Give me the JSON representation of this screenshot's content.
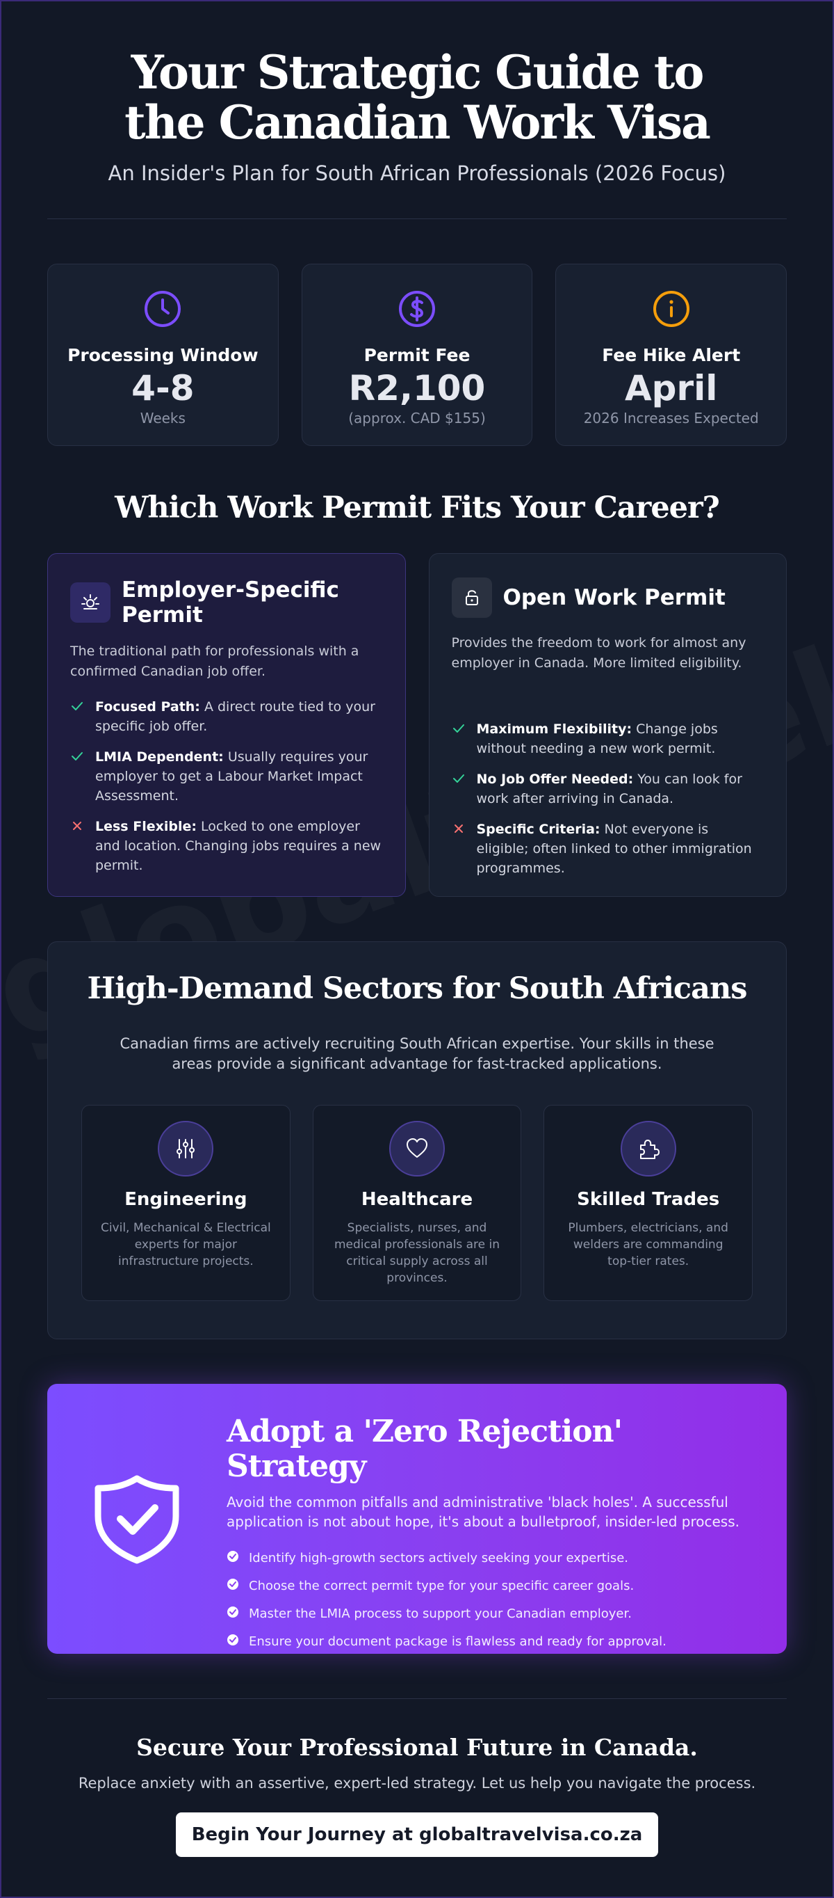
{
  "header": {
    "title": "Your Strategic Guide to the Canadian Work Visa",
    "subtitle": "An Insider's Plan for South African Professionals (2026 Focus)"
  },
  "stats": [
    {
      "label": "Processing Window",
      "value": "4-8",
      "note": "Weeks",
      "icon": "clock-icon",
      "color": "#7c4dff"
    },
    {
      "label": "Permit Fee",
      "value": "R2,100",
      "note": "(approx. CAD $155)",
      "icon": "dollar-icon",
      "color": "#7c4dff"
    },
    {
      "label": "Fee Hike Alert",
      "value": "April",
      "note": "2026 Increases Expected",
      "icon": "info-icon",
      "color": "#f59e0b"
    }
  ],
  "permits": {
    "heading": "Which Work Permit Fits Your Career?",
    "employer": {
      "title": "Employer-Specific Permit",
      "description": "The traditional path for professionals with a confirmed Canadian job offer.",
      "bullets": [
        {
          "bold": "Focused Path:",
          "text": " A direct route tied to your specific job offer.",
          "type": "check"
        },
        {
          "bold": "LMIA Dependent:",
          "text": " Usually requires your employer to get a Labour Market Impact Assessment.",
          "type": "check"
        },
        {
          "bold": "Less Flexible:",
          "text": " Locked to one employer and location. Changing jobs requires a new permit.",
          "type": "cross"
        }
      ]
    },
    "open": {
      "title": "Open Work Permit",
      "description": "Provides the freedom to work for almost any employer in Canada. More limited eligibility.",
      "bullets": [
        {
          "bold": "Maximum Flexibility:",
          "text": " Change jobs without needing a new work permit.",
          "type": "check"
        },
        {
          "bold": "No Job Offer Needed:",
          "text": " You can look for work after arriving in Canada.",
          "type": "check"
        },
        {
          "bold": "Specific Criteria:",
          "text": " Not everyone is eligible; often linked to other immigration programmes.",
          "type": "cross"
        }
      ]
    }
  },
  "sectors": {
    "heading": "High-Demand Sectors for South Africans",
    "intro": "Canadian firms are actively recruiting South African expertise. Your skills in these areas provide a significant advantage for fast-tracked applications.",
    "items": [
      {
        "name": "Engineering",
        "desc": "Civil, Mechanical & Electrical experts for major infrastructure projects.",
        "icon": "sliders-icon"
      },
      {
        "name": "Healthcare",
        "desc": "Specialists, nurses, and medical professionals are in critical supply across all provinces.",
        "icon": "heart-icon"
      },
      {
        "name": "Skilled Trades",
        "desc": "Plumbers, electricians, and welders are commanding top-tier rates.",
        "icon": "puzzle-icon"
      }
    ]
  },
  "strategy": {
    "title": "Adopt a 'Zero Rejection' Strategy",
    "lead": "Avoid the common pitfalls and administrative 'black holes'. A successful application is not about hope, it's about a bulletproof, insider-led process.",
    "checks": [
      "Identify high-growth sectors actively seeking your expertise.",
      "Choose the correct permit type for your specific career goals.",
      "Master the LMIA process to support your Canadian employer.",
      "Ensure your document package is flawless and ready for approval."
    ]
  },
  "footer": {
    "title": "Secure Your Professional Future in Canada.",
    "subtitle": "Replace anxiety with an assertive, expert-led strategy. Let us help you navigate the process.",
    "cta_label": "Begin Your Journey at globaltravelvisa.co.za"
  },
  "watermark": "globaltravelvisa.co.za",
  "colors": {
    "background": "#121826",
    "accent": "#7c4dff",
    "alert": "#f59e0b",
    "check": "#34d399",
    "cross": "#f87171"
  }
}
